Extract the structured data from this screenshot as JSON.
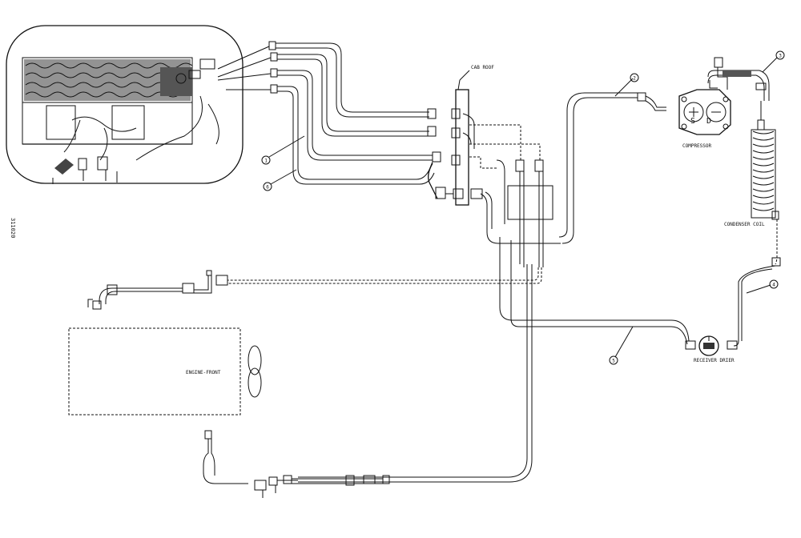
{
  "drawing_number": "311020",
  "labels": {
    "cab_roof": "CAB ROOF",
    "compressor": "COMPRESSOR",
    "condenser_coil": "CONDENSER COIL",
    "receiver_drier": "RECEIVER DRIER",
    "engine_front": "ENGINE-FRONT"
  },
  "callouts": [
    "1",
    "2",
    "3",
    "4",
    "5",
    "6"
  ],
  "compressor_marks": {
    "suction": "S",
    "discharge": "D"
  }
}
